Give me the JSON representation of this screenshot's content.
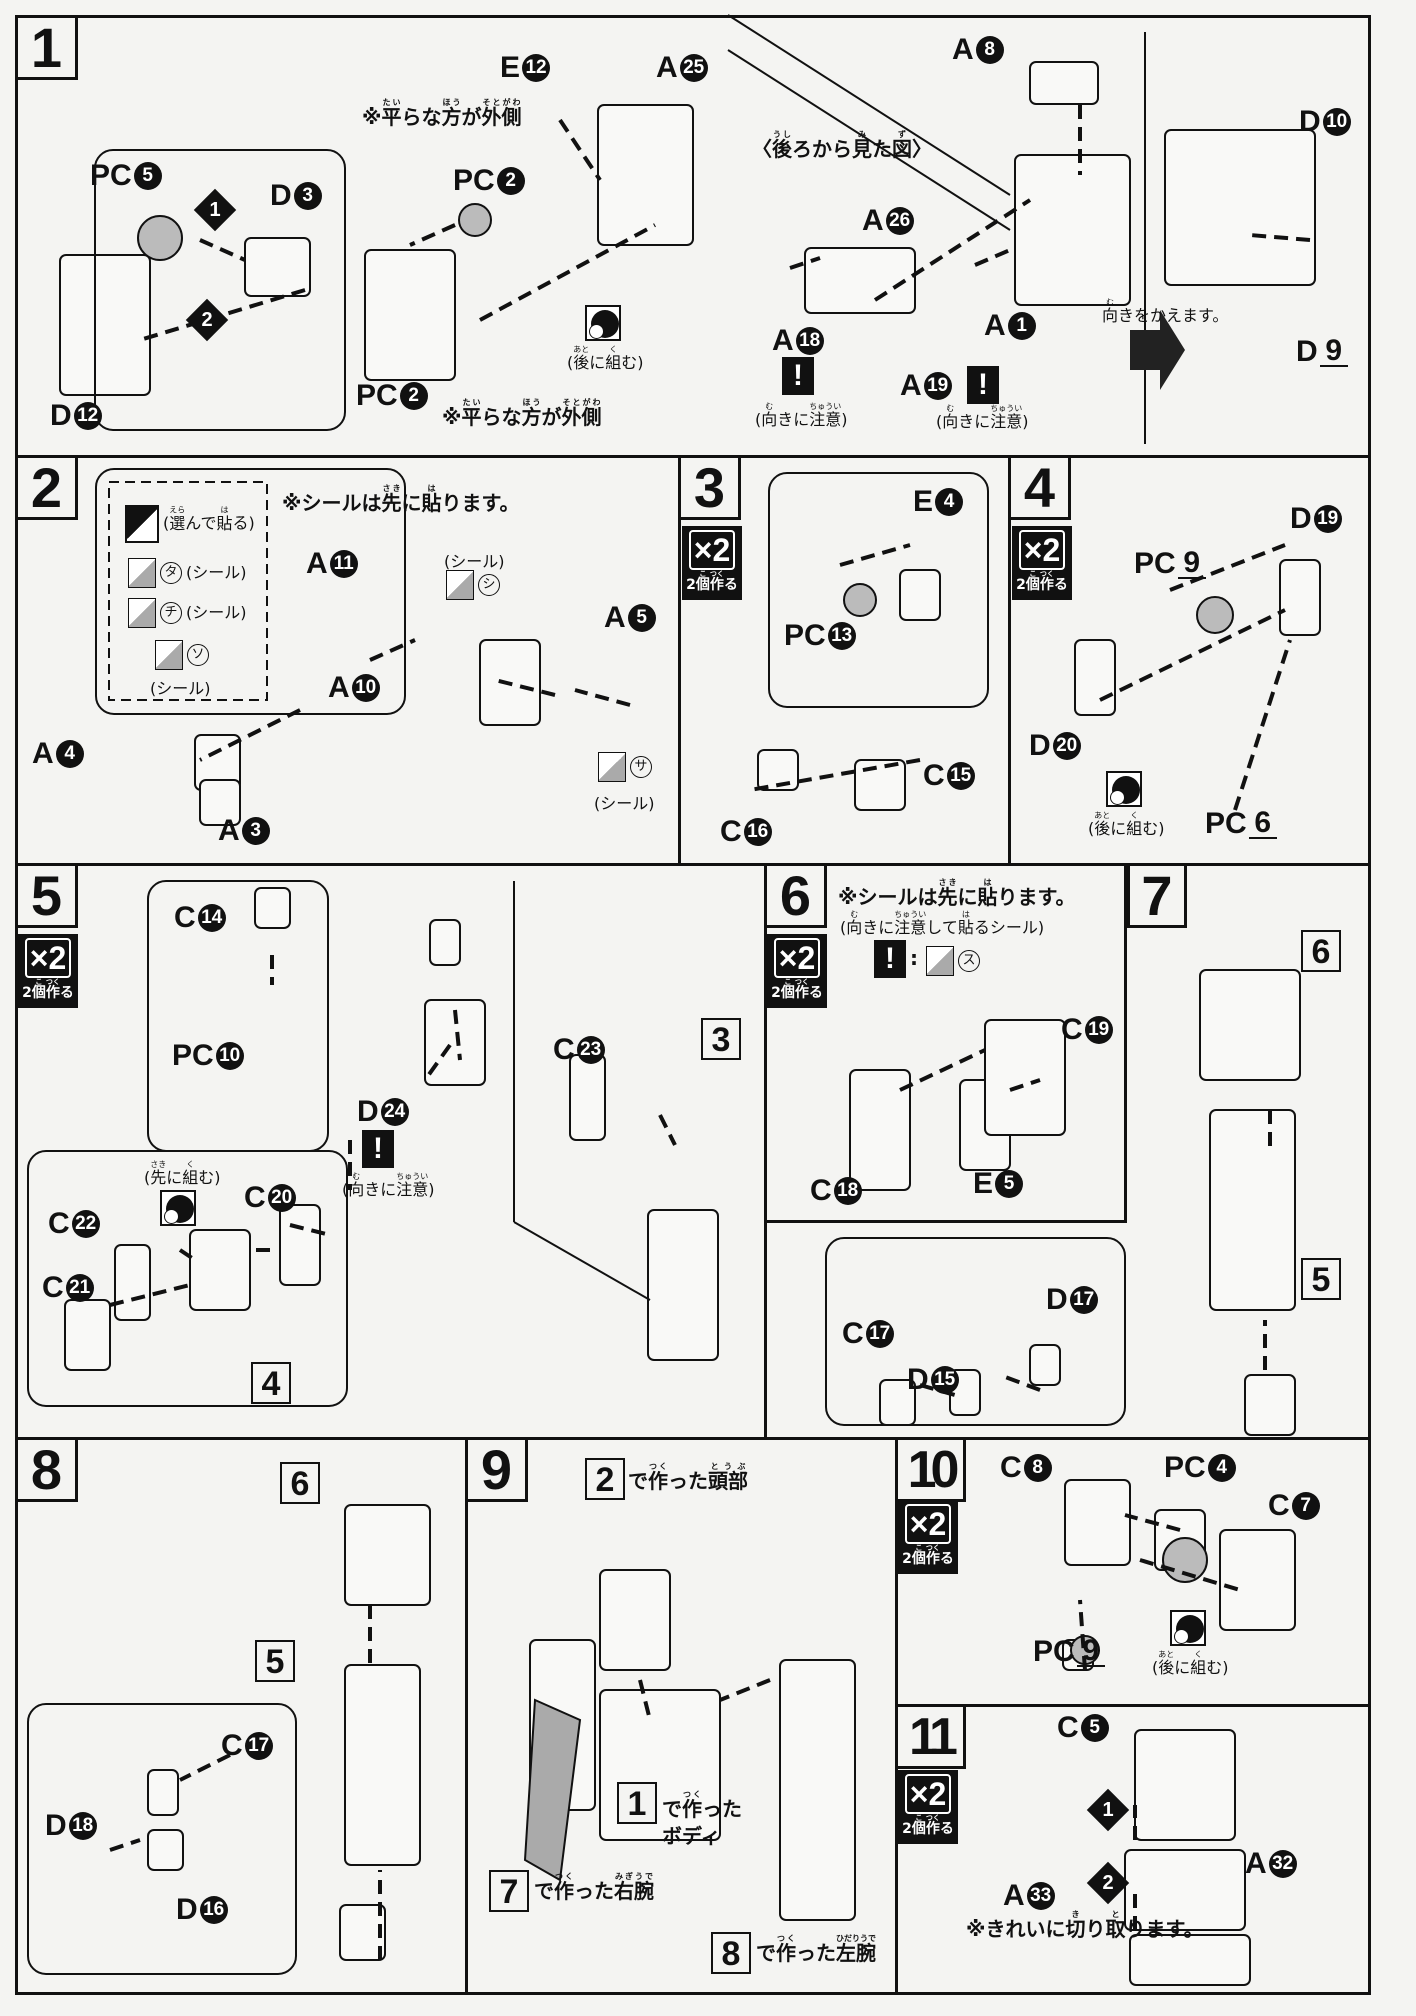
{
  "common": {
    "later": [
      [
        "(",
        ""
      ],
      [
        "後",
        "あと"
      ],
      [
        "に",
        ""
      ],
      [
        "組",
        "く"
      ],
      [
        "む)",
        ""
      ]
    ],
    "caution": [
      [
        "(",
        ""
      ],
      [
        "向",
        "む"
      ],
      [
        "きに",
        ""
      ],
      [
        "注意",
        "ちゅうい"
      ],
      [
        ")",
        ""
      ]
    ],
    "make2": [
      [
        "2",
        ""
      ],
      [
        "個",
        "こ"
      ],
      [
        "作",
        "つく"
      ],
      [
        "る",
        ""
      ]
    ],
    "x2": "×2",
    "exclaim": "!",
    "seal": "(シール)"
  },
  "s1": {
    "number": "1",
    "parts": [
      {
        "l": "E",
        "n": "12"
      },
      {
        "l": "A",
        "n": "25"
      },
      {
        "l": "PC",
        "n": "5"
      },
      {
        "l": "D",
        "n": "3"
      },
      {
        "l": "PC",
        "n": "2"
      },
      {
        "l": "D",
        "n": "12"
      },
      {
        "l": "PC",
        "n": "2"
      },
      {
        "l": "A",
        "n": "8"
      },
      {
        "l": "A",
        "n": "26"
      },
      {
        "l": "A",
        "n": "18"
      },
      {
        "l": "A",
        "n": "1"
      },
      {
        "l": "A",
        "n": "19"
      },
      {
        "l": "D",
        "n": "10"
      },
      {
        "l": "D",
        "n": "9",
        "outline": true
      }
    ],
    "order": [
      "1",
      "2"
    ],
    "flat_note": [
      [
        "※",
        ""
      ],
      [
        "平",
        "たい"
      ],
      [
        "らな",
        ""
      ],
      [
        "方",
        "ほう"
      ],
      [
        "が",
        ""
      ],
      [
        "外側",
        "そとがわ"
      ]
    ],
    "back_view": [
      [
        "〈",
        ""
      ],
      [
        "後",
        "うし"
      ],
      [
        "ろから",
        ""
      ],
      [
        "見",
        "み"
      ],
      [
        "た",
        ""
      ],
      [
        "図",
        "ず"
      ],
      [
        "〉",
        ""
      ]
    ],
    "turn": [
      [
        "向",
        "む"
      ],
      [
        "きをかえます。",
        ""
      ]
    ]
  },
  "s2": {
    "number": "2",
    "note": [
      [
        "※シールは",
        ""
      ],
      [
        "先",
        "さき"
      ],
      [
        "に",
        ""
      ],
      [
        "貼",
        "は"
      ],
      [
        "ります。",
        ""
      ]
    ],
    "choose": [
      [
        "(",
        ""
      ],
      [
        "選",
        "えら"
      ],
      [
        "んで",
        ""
      ],
      [
        "貼",
        "は"
      ],
      [
        "る)",
        ""
      ]
    ],
    "stickers": [
      "タ",
      "チ",
      "ソ",
      "シ",
      "サ"
    ],
    "parts": [
      {
        "l": "A",
        "n": "11"
      },
      {
        "l": "A",
        "n": "10"
      },
      {
        "l": "A",
        "n": "4"
      },
      {
        "l": "A",
        "n": "3"
      },
      {
        "l": "A",
        "n": "5"
      }
    ]
  },
  "s3": {
    "number": "3",
    "parts": [
      {
        "l": "E",
        "n": "4"
      },
      {
        "l": "PC",
        "n": "13"
      },
      {
        "l": "C",
        "n": "15"
      },
      {
        "l": "C",
        "n": "16"
      }
    ]
  },
  "s4": {
    "number": "4",
    "parts": [
      {
        "l": "D",
        "n": "19"
      },
      {
        "l": "PC",
        "n": "9",
        "outline": true
      },
      {
        "l": "D",
        "n": "20"
      },
      {
        "l": "PC",
        "n": "6",
        "outline": true
      }
    ]
  },
  "s5": {
    "number": "5",
    "first": [
      [
        "(",
        ""
      ],
      [
        "先",
        "さき"
      ],
      [
        "に",
        ""
      ],
      [
        "組",
        "く"
      ],
      [
        "む)",
        ""
      ]
    ],
    "refs": [
      "4",
      "3"
    ],
    "parts": [
      {
        "l": "C",
        "n": "14"
      },
      {
        "l": "PC",
        "n": "10"
      },
      {
        "l": "D",
        "n": "24"
      },
      {
        "l": "C",
        "n": "22"
      },
      {
        "l": "C",
        "n": "20"
      },
      {
        "l": "C",
        "n": "21"
      },
      {
        "l": "C",
        "n": "23"
      }
    ]
  },
  "s6": {
    "number": "6",
    "note": [
      [
        "※シールは",
        ""
      ],
      [
        "先",
        "さき"
      ],
      [
        "に",
        ""
      ],
      [
        "貼",
        "は"
      ],
      [
        "ります。",
        ""
      ]
    ],
    "note2": [
      [
        "(",
        ""
      ],
      [
        "向",
        "む"
      ],
      [
        "きに",
        ""
      ],
      [
        "注意",
        "ちゅうい"
      ],
      [
        "して",
        ""
      ],
      [
        "貼",
        "は"
      ],
      [
        "るシール)",
        ""
      ]
    ],
    "colon": ":",
    "sticker": "ス",
    "parts": [
      {
        "l": "C",
        "n": "19"
      },
      {
        "l": "C",
        "n": "18"
      },
      {
        "l": "E",
        "n": "5"
      }
    ]
  },
  "s7": {
    "number": "7",
    "refs": [
      "6",
      "5"
    ],
    "parts": [
      {
        "l": "C",
        "n": "17"
      },
      {
        "l": "D",
        "n": "17"
      },
      {
        "l": "D",
        "n": "15"
      }
    ]
  },
  "s8": {
    "number": "8",
    "refs": [
      "6",
      "5"
    ],
    "parts": [
      {
        "l": "C",
        "n": "17"
      },
      {
        "l": "D",
        "n": "18"
      },
      {
        "l": "D",
        "n": "16"
      }
    ]
  },
  "s9": {
    "number": "9",
    "head": {
      "ref": "2",
      "text": [
        [
          "で",
          ""
        ],
        [
          "作",
          "つく"
        ],
        [
          "った",
          ""
        ],
        [
          "頭部",
          "とうぶ"
        ]
      ]
    },
    "body": {
      "ref": "1",
      "text": [
        [
          "で",
          ""
        ],
        [
          "作",
          "つく"
        ],
        [
          "った",
          ""
        ]
      ],
      "text2": "ボディ"
    },
    "right_arm": {
      "ref": "7",
      "text": [
        [
          "で",
          ""
        ],
        [
          "作",
          "つく"
        ],
        [
          "った",
          ""
        ],
        [
          "右腕",
          "みぎうで"
        ]
      ]
    },
    "left_arm": {
      "ref": "8",
      "text": [
        [
          "で",
          ""
        ],
        [
          "作",
          "つく"
        ],
        [
          "った",
          ""
        ],
        [
          "左腕",
          "ひだりうで"
        ]
      ]
    }
  },
  "s10": {
    "number": "10",
    "parts": [
      {
        "l": "C",
        "n": "8"
      },
      {
        "l": "PC",
        "n": "4"
      },
      {
        "l": "C",
        "n": "7"
      },
      {
        "l": "PC",
        "n": "9",
        "outline": true
      }
    ]
  },
  "s11": {
    "number": "11",
    "order": [
      "1",
      "2"
    ],
    "parts": [
      {
        "l": "C",
        "n": "5"
      },
      {
        "l": "A",
        "n": "32"
      },
      {
        "l": "A",
        "n": "33"
      }
    ],
    "note": [
      [
        "※きれいに",
        ""
      ],
      [
        "切",
        "き"
      ],
      [
        "り",
        ""
      ],
      [
        "取",
        "と"
      ],
      [
        "ります。",
        ""
      ]
    ]
  }
}
